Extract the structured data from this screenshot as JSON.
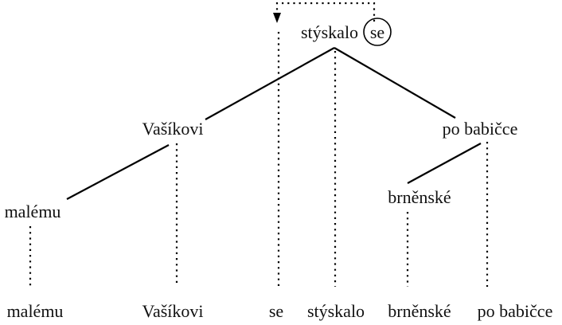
{
  "tree": {
    "nodes": [
      {
        "id": "root",
        "label": "stýskalo",
        "clitic": "se"
      },
      {
        "id": "vasikovi",
        "label": "Vašíkovi"
      },
      {
        "id": "po_babicce",
        "label": "po babičce"
      },
      {
        "id": "malemu",
        "label": "malému"
      },
      {
        "id": "brnenske",
        "label": "brněnské"
      }
    ],
    "edges": [
      {
        "from": "root",
        "to": "vasikovi"
      },
      {
        "from": "root",
        "to": "po_babicce"
      },
      {
        "from": "vasikovi",
        "to": "malemu"
      },
      {
        "from": "po_babicce",
        "to": "brnenske"
      }
    ],
    "surface_words": [
      "malému",
      "Vašíkovi",
      "se",
      "stýskalo",
      "brněnské",
      "po babičce"
    ],
    "clitic_movement": {
      "from": "se",
      "to_position": "se"
    }
  }
}
